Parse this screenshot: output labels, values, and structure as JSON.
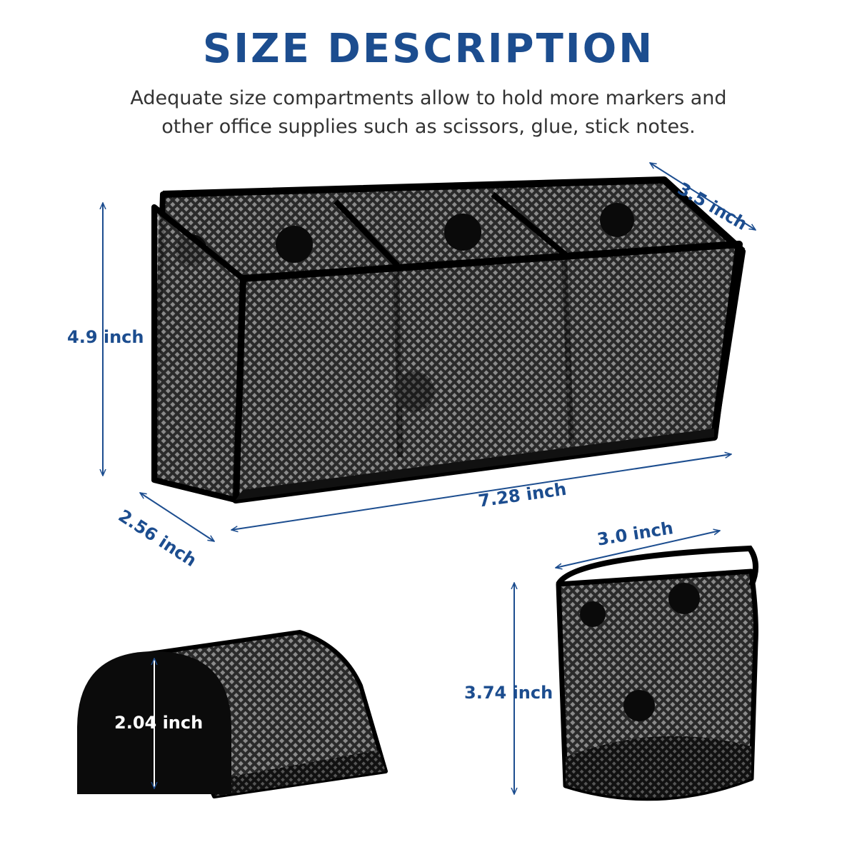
{
  "heading": "SIZE DESCRIPTION",
  "description": {
    "line1": "Adequate size compartments allow to hold more markers and",
    "line2": "other office supplies such as scissors, glue, stick notes."
  },
  "dimensions": {
    "depth_top": "3.5 inch",
    "height_main": "4.9 inch",
    "width_main": "7.28 inch",
    "depth_main": "2.56 inch",
    "width_cup": "3.0 inch",
    "height_cup": "3.74 inch",
    "side_height": "2.04 inch"
  },
  "colors": {
    "accent": "#1c4d8f",
    "product": "#111111"
  }
}
